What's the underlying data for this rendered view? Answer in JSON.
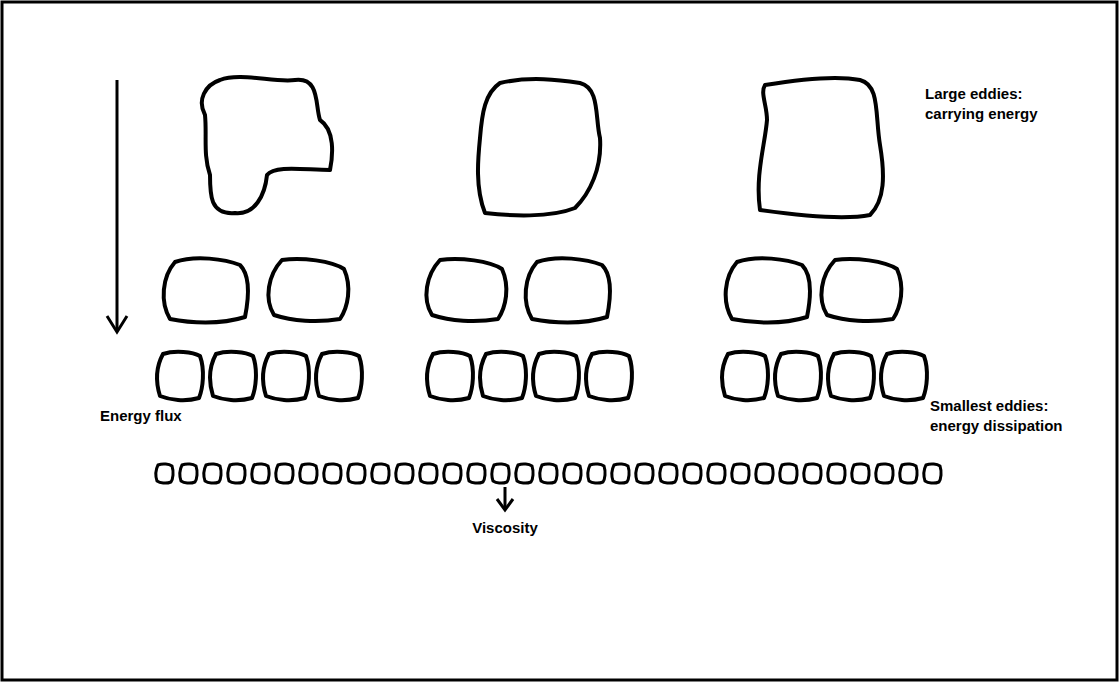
{
  "diagram": {
    "labels": [
      "Large eddies: carrying energy",
      "Energy flux",
      "Smallest eddies: energy dissipation",
      "Viscosity"
    ]
  }
}
